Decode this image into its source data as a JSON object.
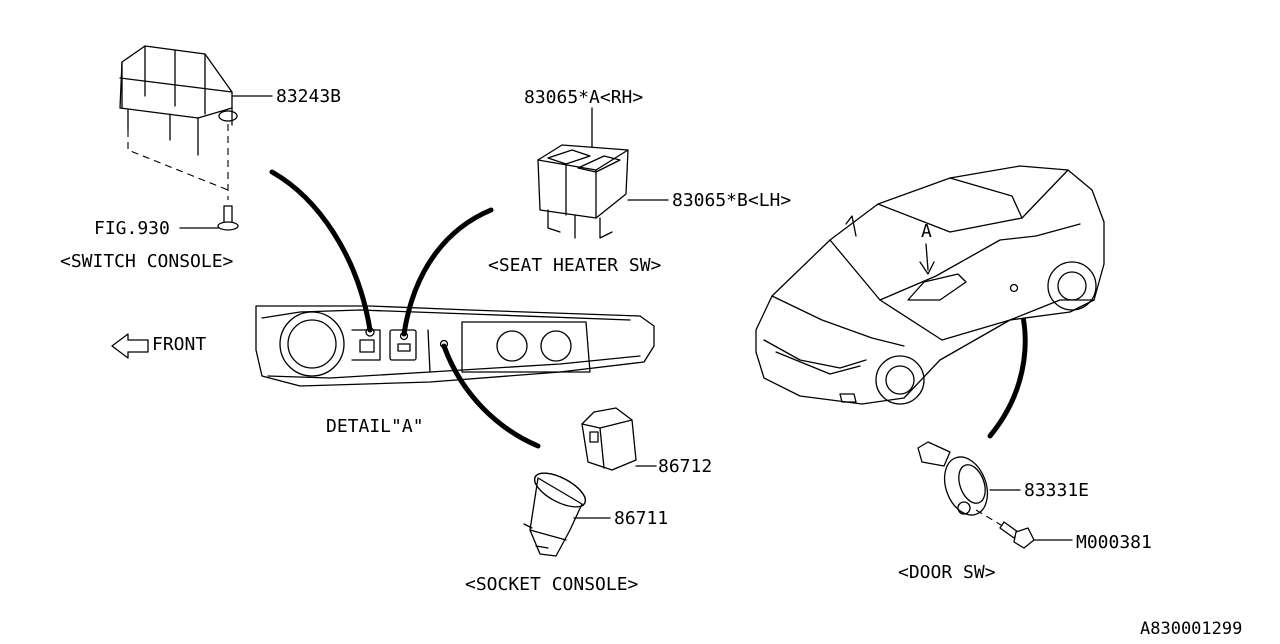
{
  "labels": {
    "switch_part": "83243B",
    "fig_ref": "FIG.930",
    "switch_console": "<SWITCH CONSOLE>",
    "seat_heater_rh": "83065*A<RH>",
    "seat_heater_lh": "83065*B<LH>",
    "seat_heater_sw": "<SEAT HEATER SW>",
    "front": "FRONT",
    "detail": "DETAIL\"A\"",
    "arrow_a": "A",
    "socket_upper": "86712",
    "socket_lower": "86711",
    "socket_console": "<SOCKET CONSOLE>",
    "door_switch": "83331E",
    "door_screw": "M000381",
    "door_sw": "<DOOR SW>",
    "diagram_id": "A830001299"
  }
}
